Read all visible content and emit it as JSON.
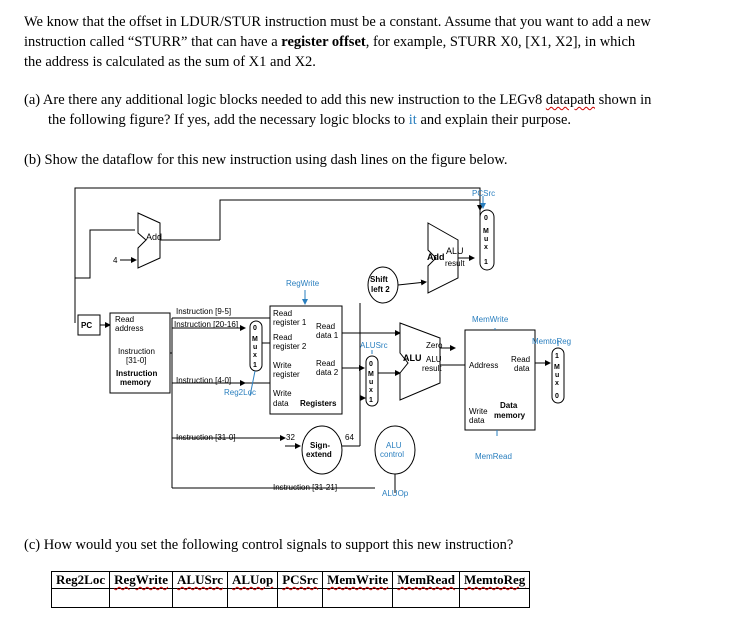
{
  "intro": {
    "line1": "We know that the offset in LDUR/STUR instruction must be a constant. Assume that you want to add a new",
    "line2a": "instruction called “STURR” that can have a ",
    "line2b": "register offset",
    "line2c": ", for example, STURR X0, [X1, X2], in which",
    "line3": "the address is calculated as the sum of X1 and X2."
  },
  "part_a": {
    "line1a": "(a) Are there any additional logic blocks needed to add this new instruction to the LEGv8 ",
    "line1b": "datapath",
    "line1c": " shown in",
    "line2a": "the following figure? If yes, add the necessary logic blocks to ",
    "line2b": "it",
    "line2c": " and explain their purpose."
  },
  "part_b": {
    "text": "(b) Show the dataflow for this new instruction using dash lines on the figure below."
  },
  "part_c": {
    "text": "(c) How would you set the following control signals to support this new instruction?"
  },
  "diagram": {
    "pcsrc": "PCSrc",
    "add": "Add",
    "four": "4",
    "alu_add": "Add",
    "alu_top": "ALU",
    "alu_result": "result",
    "shift1": "Shift",
    "shift2": "left 2",
    "regwrite": "RegWrite",
    "memwrite": "MemWrite",
    "memtoreg": "MemtoReg",
    "pc": "PC",
    "read_address1": "Read",
    "read_address2": "address",
    "instr_label1": "Instruction",
    "instr_label2": "[31-0]",
    "instr_mem1": "Instruction",
    "instr_mem2": "memory",
    "i95": "Instruction [9-5]",
    "i2016": "Instruction [20-16]",
    "i40": "Instruction [4-0]",
    "i310": "Instruction [31-0]",
    "i3121": "Instruction [31-21]",
    "reg2loc": "Reg2Loc",
    "rr1a": "Read",
    "rr1b": "register 1",
    "rr2a": "Read",
    "rr2b": "register 2",
    "wra": "Write",
    "wrb": "register",
    "wda": "Write",
    "wdb": "data",
    "registers": "Registers",
    "rd1a": "Read",
    "rd1b": "data 1",
    "rd2a": "Read",
    "rd2b": "data 2",
    "alusrc": "ALUSrc",
    "zero": "Zero",
    "alu_main": "ALU",
    "alu_res_a": "ALU",
    "alu_res_b": "result",
    "address": "Address",
    "dm_read_a": "Read",
    "dm_read_b": "data",
    "dm_write_a": "Write",
    "dm_write_b": "data",
    "data_mem_a": "Data",
    "data_mem_b": "memory",
    "memread": "MemRead",
    "sign1": "Sign-",
    "sign2": "extend",
    "n32": "32",
    "n64": "64",
    "aluc1": "ALU",
    "aluc2": "control",
    "aluop": "ALUOp",
    "mux_m": "M",
    "mux_u": "u",
    "mux_x": "x",
    "zero_digit": "0",
    "one_digit": "1"
  },
  "table": {
    "headers": [
      "Reg2Loc",
      "RegWrite",
      "ALUSrc",
      "ALUop",
      "PCSrc",
      "MemWrite",
      "MemRead",
      "MemtoReg"
    ],
    "row": [
      "",
      "",
      "",
      "",
      "",
      "",
      "",
      ""
    ]
  },
  "colors": {
    "signal_blue": "#2a7fbf",
    "wavy_red": "#cc0000"
  }
}
